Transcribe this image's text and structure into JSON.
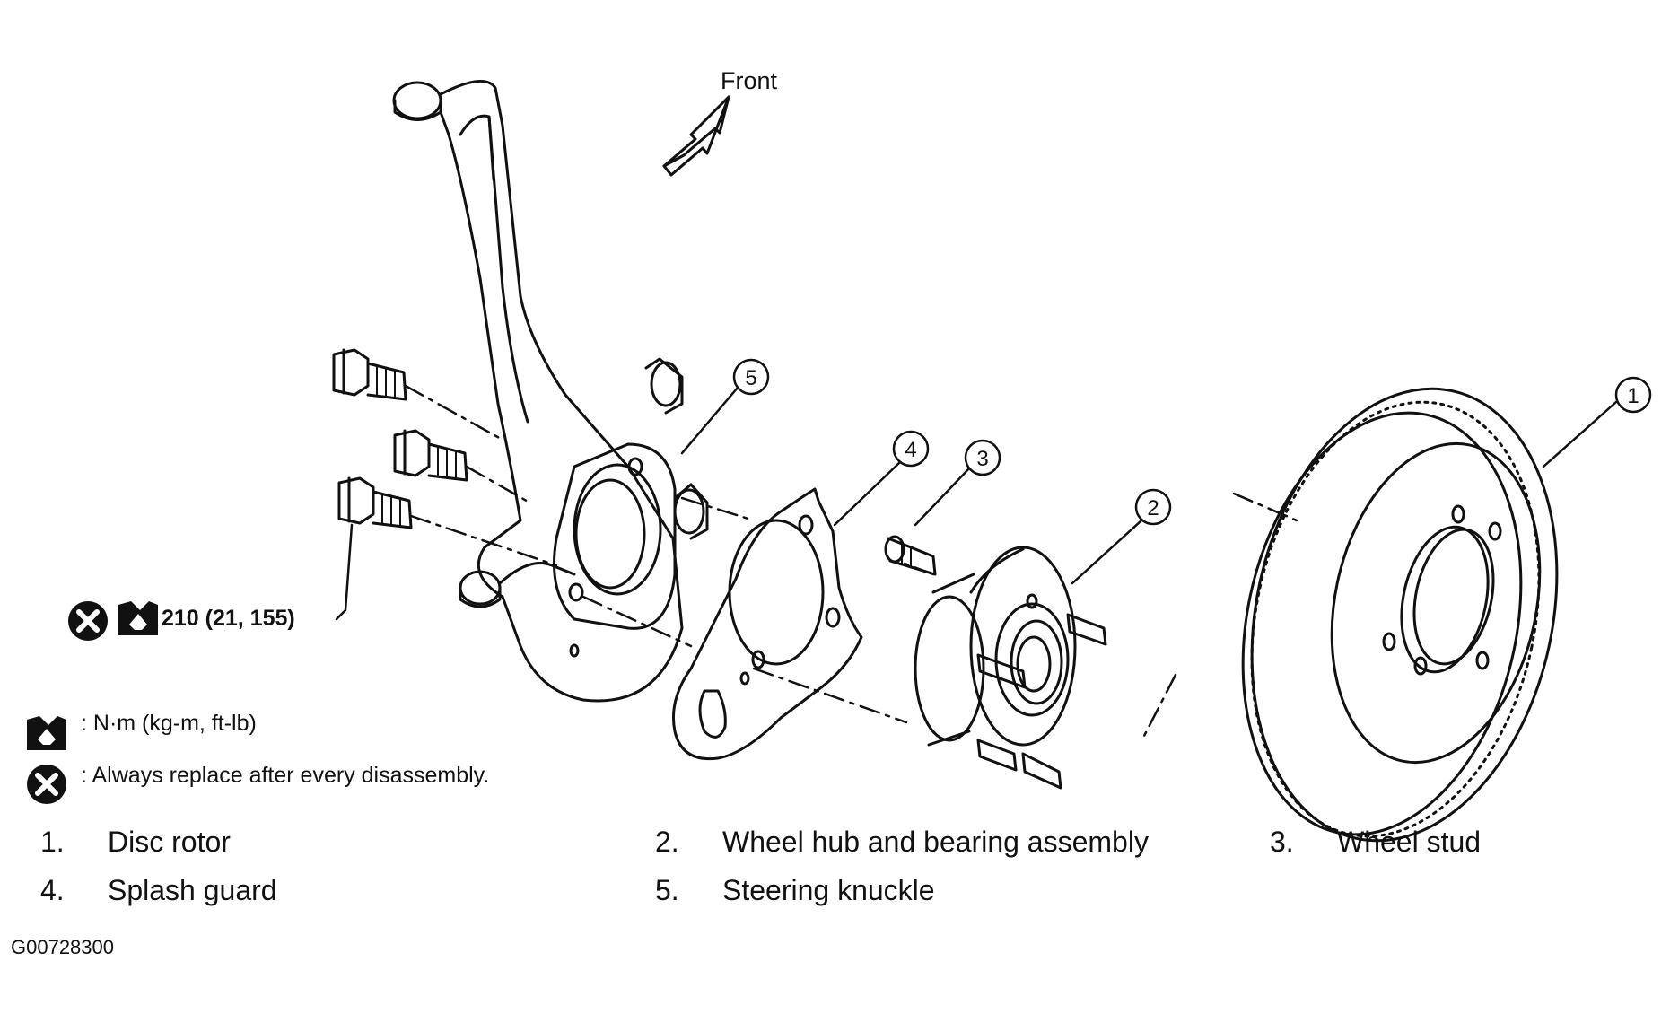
{
  "diagram": {
    "direction_label": "Front",
    "callouts": [
      "1",
      "2",
      "3",
      "4",
      "5"
    ],
    "torque_spec": "210 (21, 155)",
    "icons": [
      "torque-wrench-icon",
      "replace-x-icon"
    ]
  },
  "legend": {
    "torque_units": ": N·m (kg-m, ft-lb)",
    "replace_note": ": Always replace after every disassembly."
  },
  "parts": [
    {
      "num": "1.",
      "name": "Disc rotor"
    },
    {
      "num": "2.",
      "name": "Wheel hub and bearing assembly"
    },
    {
      "num": "3.",
      "name": "Wheel stud"
    },
    {
      "num": "4.",
      "name": "Splash guard"
    },
    {
      "num": "5.",
      "name": "Steering knuckle"
    }
  ],
  "figure_id": "G00728300"
}
